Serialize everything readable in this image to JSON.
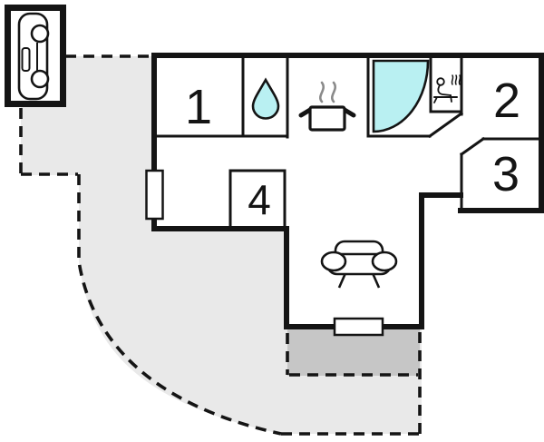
{
  "plan": {
    "type": "holiday-home-floor-plan",
    "rooms": [
      {
        "id": "room-1",
        "label": "1"
      },
      {
        "id": "room-2",
        "label": "2"
      },
      {
        "id": "room-3",
        "label": "3"
      },
      {
        "id": "room-4",
        "label": "4"
      }
    ],
    "icons": [
      {
        "name": "car-icon",
        "area": "carport"
      },
      {
        "name": "water-drop-icon",
        "area": "bathroom"
      },
      {
        "name": "cooking-pot-icon",
        "area": "kitchen"
      },
      {
        "name": "steam-icon",
        "area": "kitchen"
      },
      {
        "name": "shower-icon",
        "area": "shower-room"
      },
      {
        "name": "sauna-icon",
        "area": "sauna"
      },
      {
        "name": "sofa-icon",
        "area": "living-room"
      },
      {
        "name": "window-icon",
        "area": "hall-west-wall"
      },
      {
        "name": "door-icon",
        "area": "living-room-south-wall"
      }
    ],
    "colors": {
      "wall": "#141414",
      "plot": "#e9e9e9",
      "terrace": "#c6c6c6",
      "water": "#b9f0f2",
      "steam": "#8a8a8a",
      "room_fill": "#ffffff"
    }
  }
}
